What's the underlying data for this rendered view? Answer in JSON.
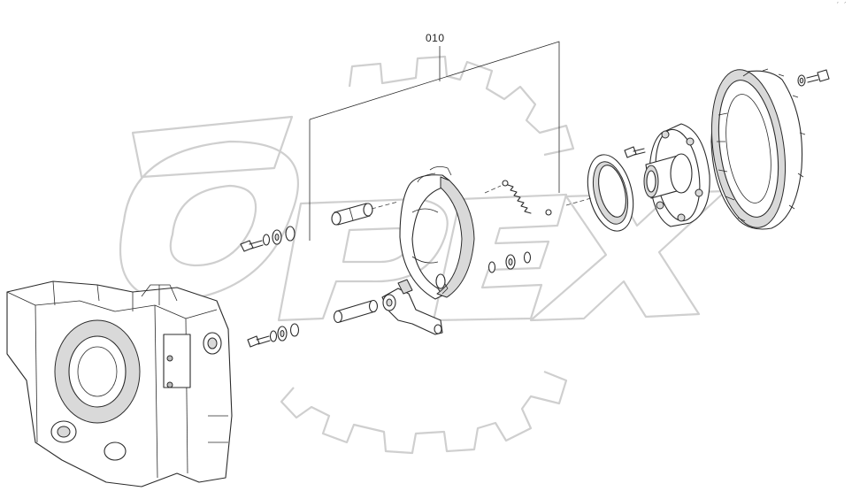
{
  "diagram": {
    "callout_label": "010",
    "corner_mark": "´ ´",
    "watermark": "OPEX"
  },
  "parts": [
    "gearbox-housing",
    "upper-bolt",
    "upper-washers",
    "anchor-pin",
    "brake-shoe-assembly",
    "return-spring",
    "lower-washers",
    "lower-bolt",
    "lower-washer-set",
    "cam-shaft",
    "brake-lever",
    "dust-shield",
    "hub-flange",
    "hub-bolt",
    "brake-drum",
    "drum-screw",
    "drum-washer"
  ]
}
